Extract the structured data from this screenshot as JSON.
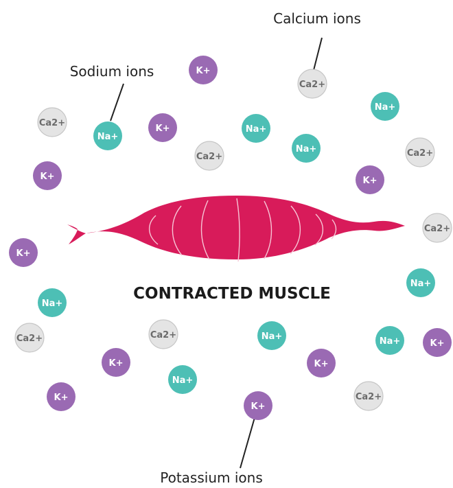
{
  "labels": {
    "calcium": "Calcium ions",
    "sodium": "Sodium ions",
    "potassium": "Potassium ions",
    "title": "CONTRACTED MUSCLE"
  },
  "colors": {
    "muscle": "#d81b5a",
    "muscle_line": "#f7c6d6",
    "potassium": "#9a6ab3",
    "sodium": "#4dbfb5",
    "calcium_fill": "#e4e4e4",
    "calcium_stroke": "#c6c6c6",
    "calcium_text": "#6a6a6a"
  },
  "ions": [
    {
      "type": "K",
      "label": "K+"
    },
    {
      "type": "Ca",
      "label": "Ca2+"
    },
    {
      "type": "Ca",
      "label": "Ca2+"
    },
    {
      "type": "Na",
      "label": "Na+"
    },
    {
      "type": "Na",
      "label": "Na+"
    },
    {
      "type": "K",
      "label": "K+"
    },
    {
      "type": "Na",
      "label": "Na+"
    },
    {
      "type": "Ca",
      "label": "Ca2+"
    },
    {
      "type": "Na",
      "label": "Na+"
    },
    {
      "type": "Ca",
      "label": "Ca2+"
    },
    {
      "type": "K",
      "label": "K+"
    },
    {
      "type": "K",
      "label": "K+"
    },
    {
      "type": "Ca",
      "label": "Ca2+"
    },
    {
      "type": "K",
      "label": "K+"
    },
    {
      "type": "Na",
      "label": "Na+"
    },
    {
      "type": "Na",
      "label": "Na+"
    },
    {
      "type": "Ca",
      "label": "Ca2+"
    },
    {
      "type": "Na",
      "label": "Na+"
    },
    {
      "type": "Na",
      "label": "Na+"
    },
    {
      "type": "K",
      "label": "K+"
    },
    {
      "type": "Ca",
      "label": "Ca2+"
    },
    {
      "type": "K",
      "label": "K+"
    },
    {
      "type": "K",
      "label": "K+"
    },
    {
      "type": "Na",
      "label": "Na+"
    },
    {
      "type": "K",
      "label": "K+"
    },
    {
      "type": "Ca",
      "label": "Ca2+"
    },
    {
      "type": "K",
      "label": "K+"
    }
  ]
}
